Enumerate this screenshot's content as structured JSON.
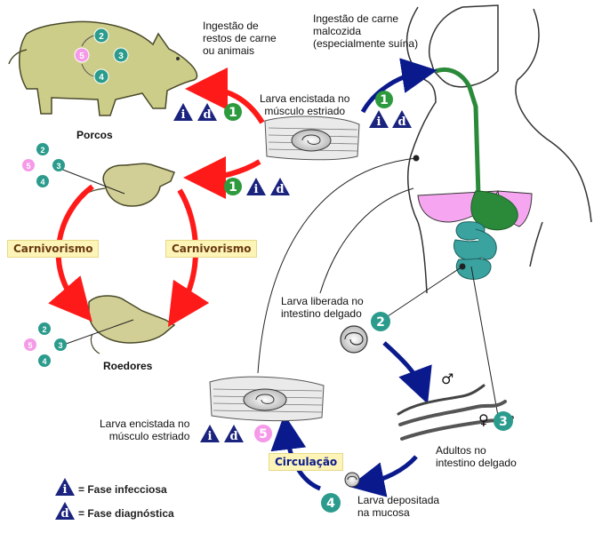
{
  "labels": {
    "ingest_scraps": [
      "Ingestão de",
      "restos de carne",
      "ou animais"
    ],
    "ingest_meat": [
      "Ingestão de carne",
      "malcozida",
      "(especialmente suína)"
    ],
    "larva_encysted_top": [
      "Larva encistada no",
      "músculo estriado"
    ],
    "pigs": "Porcos",
    "rodents": "Roedores",
    "carnivorism_left": "Carnivorismo",
    "carnivorism_right": "Carnivorismo",
    "larva_released": [
      "Larva liberada no",
      "intestino delgado"
    ],
    "adults": [
      "Adultos no",
      "intestino delgado"
    ],
    "larva_deposited": [
      "Larva depositada",
      "na mucosa"
    ],
    "larva_encysted_bottom": [
      "Larva encistada no",
      "músculo estriado"
    ],
    "circulation": "Circulação",
    "male_symbol": "♂",
    "female_symbol": "♀"
  },
  "legend": {
    "infective": {
      "badge": "i",
      "text": "= Fase infecciosa"
    },
    "diagnostic": {
      "badge": "d",
      "text": "= Fase diagnóstica"
    }
  },
  "stages": [
    "1",
    "2",
    "3",
    "4",
    "5"
  ],
  "colors": {
    "red_arrow": "#ff1a1a",
    "blue_arrow": "#0a1a8c",
    "stage_circle": "#2a9b8c",
    "stage_1": "#2e9a3e",
    "stage_5": "#f59ae8",
    "badge_triangle": "#1a237e",
    "animal_fill": "#cdcd8a",
    "stomach_green": "#2a8a3a",
    "intestine_teal": "#3aa3a0",
    "liver_pink": "#f6a6f0",
    "label_box": "#fdf4b8",
    "label_box_text": "#6a3a10"
  }
}
